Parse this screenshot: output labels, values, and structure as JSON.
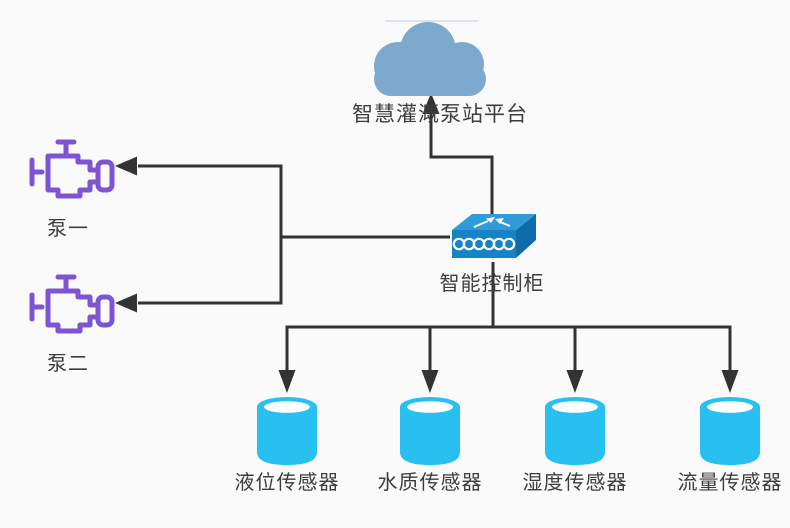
{
  "diagram": {
    "nodes": {
      "platform": {
        "label": "智慧灌溉泵站平台",
        "icon": "cloud-icon"
      },
      "controller": {
        "label": "智能控制柜",
        "icon": "switch-icon"
      },
      "pump_one": {
        "label": "泵一",
        "icon": "pump-icon"
      },
      "pump_two": {
        "label": "泵二",
        "icon": "pump-icon"
      },
      "sensors": [
        {
          "label": "液位传感器",
          "icon": "cylinder-icon"
        },
        {
          "label": "水质传感器",
          "icon": "cylinder-icon"
        },
        {
          "label": "湿度传感器",
          "icon": "cylinder-icon"
        },
        {
          "label": "流量传感器",
          "icon": "cylinder-icon"
        }
      ]
    },
    "colors": {
      "background": "#fafafa",
      "line": "#333333",
      "text": "#3d3d3d",
      "cloud": "#7ca9cd",
      "cloud_top_line": "#dbe4ee",
      "switch_top": "#2f9bd8",
      "switch_front": "#1583c5",
      "switch_side": "#0f6cab",
      "switch_glyph": "#ffffff",
      "pump": "#7d54d2",
      "cylinder": "#27c0f0",
      "cylinder_opening": "#ffffff"
    }
  }
}
